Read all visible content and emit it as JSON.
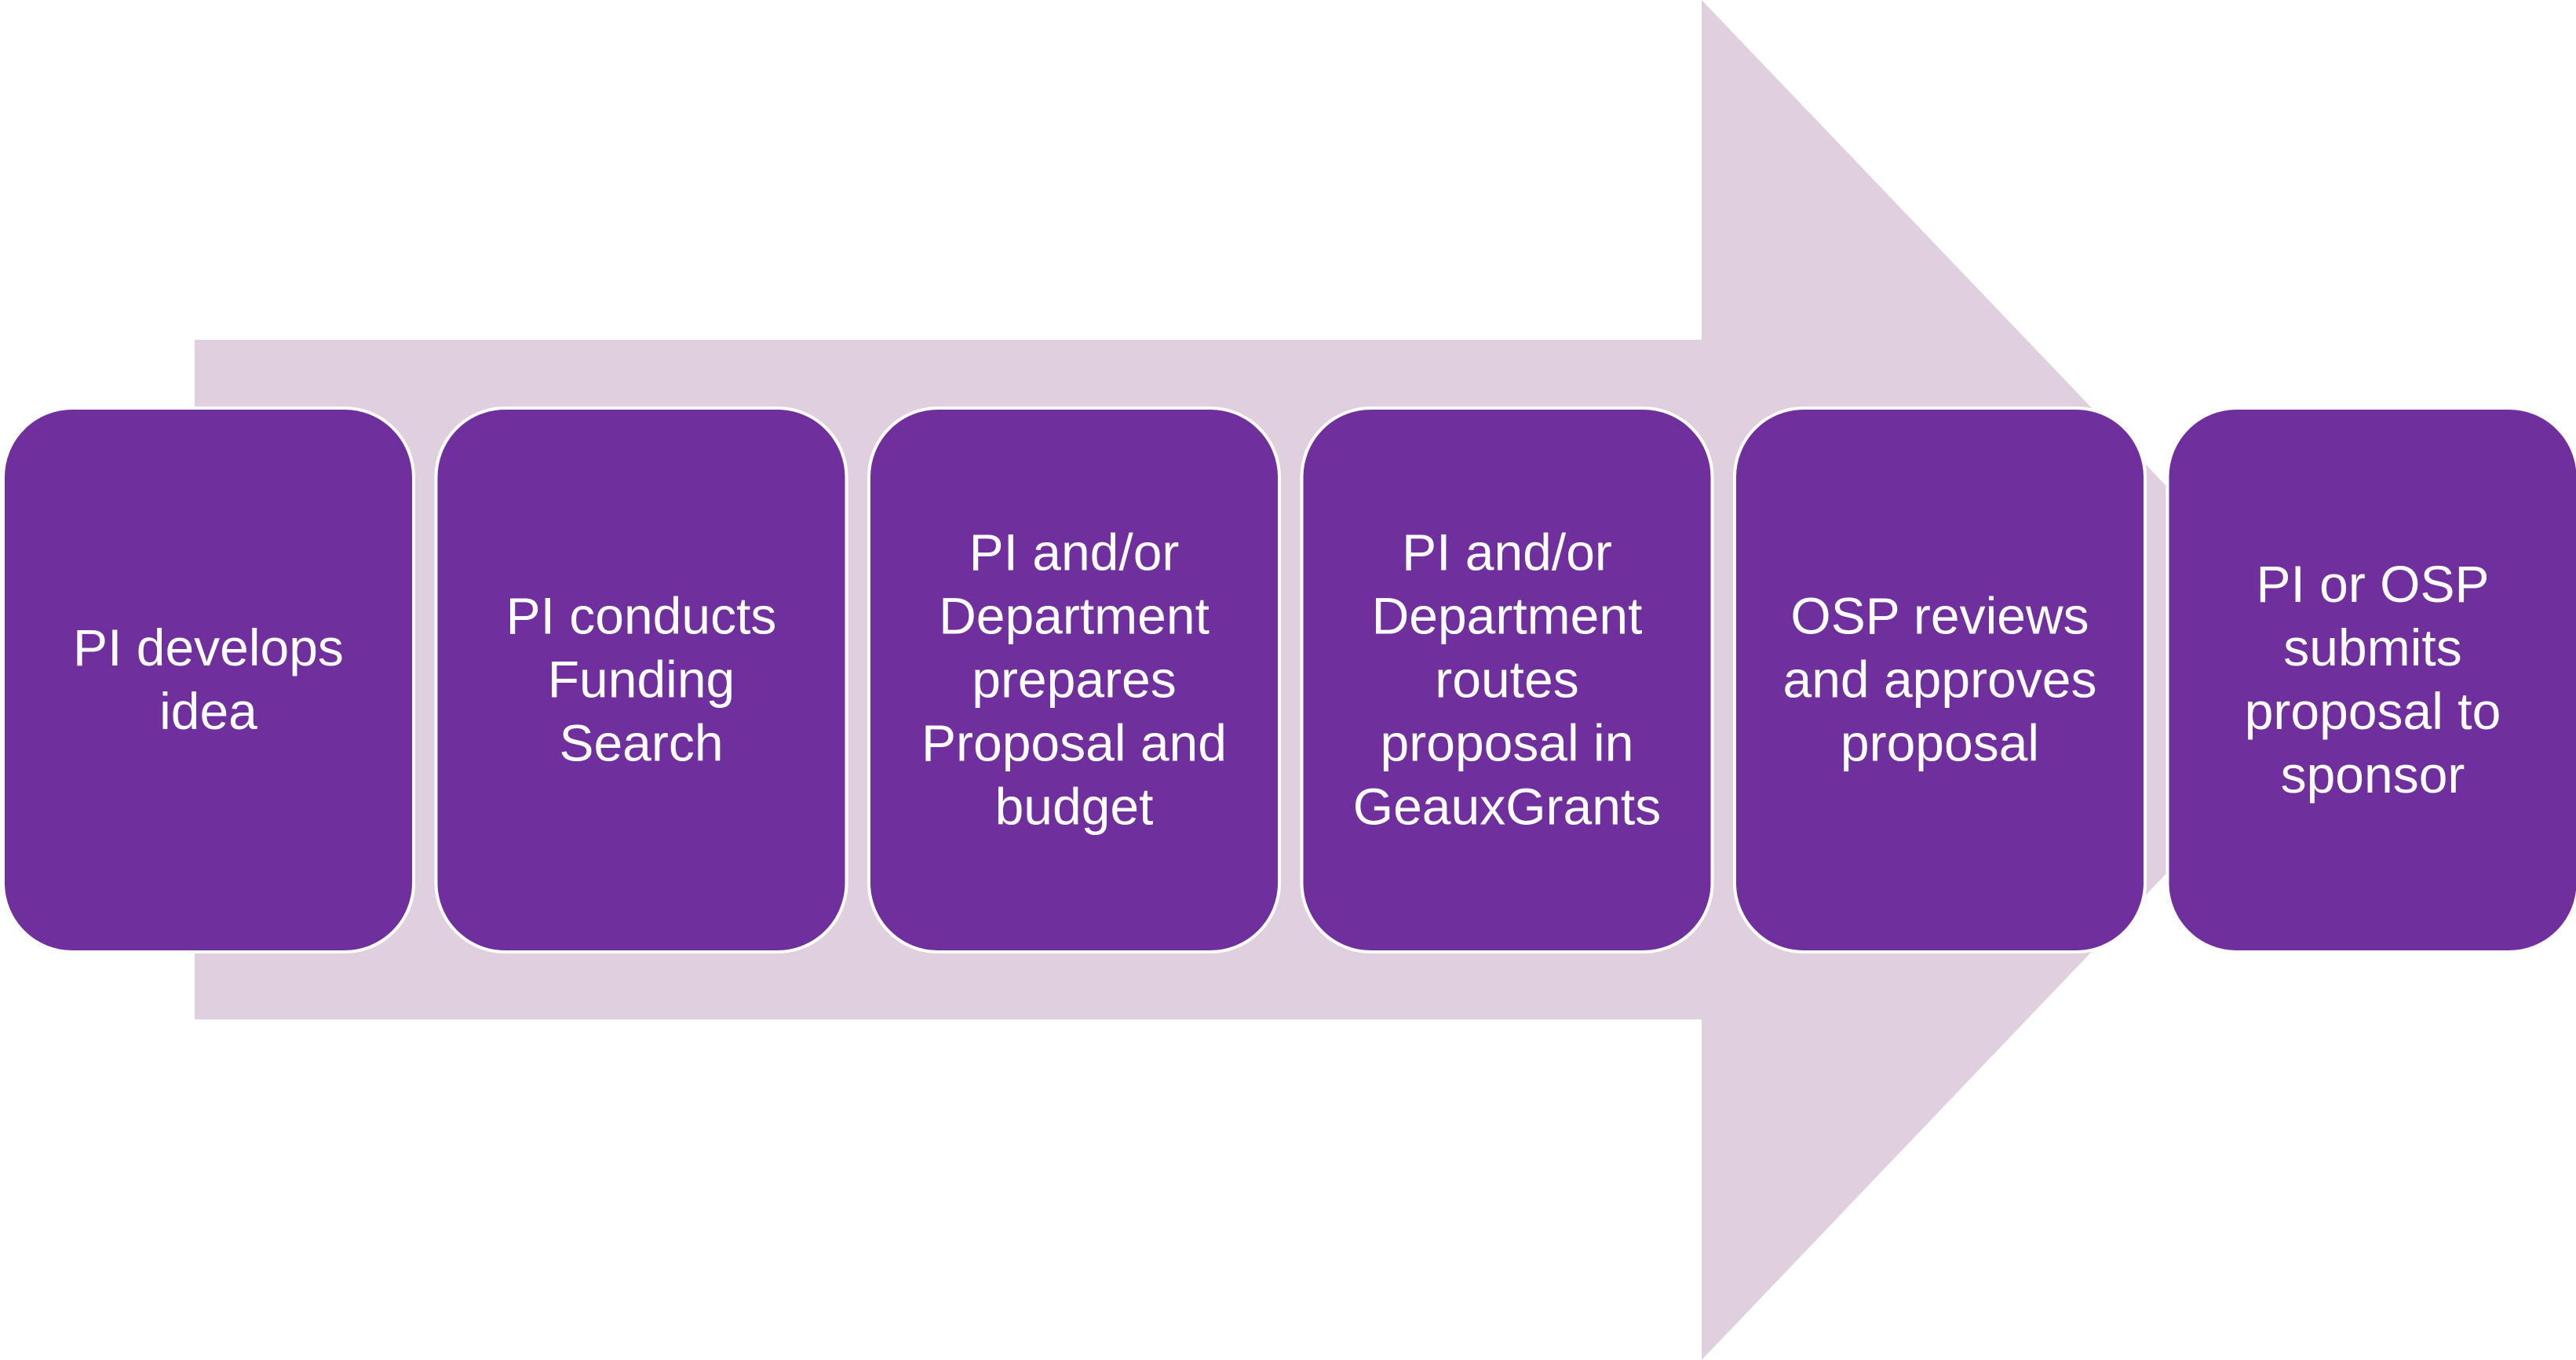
{
  "colors": {
    "arrow_fill": "#E0D0DF",
    "box_fill": "#6F2F9D",
    "box_stroke": "#ffffff",
    "text": "#ffffff"
  },
  "steps": [
    {
      "lines": [
        "PI develops",
        "idea"
      ]
    },
    {
      "lines": [
        "PI conducts",
        "Funding",
        "Search"
      ]
    },
    {
      "lines": [
        "PI and/or",
        "Department",
        "prepares",
        "Proposal and",
        "budget"
      ]
    },
    {
      "lines": [
        "PI and/or",
        "Department",
        "routes",
        "proposal in",
        "GeauxGrants"
      ]
    },
    {
      "lines": [
        "OSP reviews",
        "and approves",
        "proposal"
      ]
    },
    {
      "lines": [
        "PI or OSP",
        "submits",
        "proposal to",
        "sponsor"
      ]
    }
  ]
}
